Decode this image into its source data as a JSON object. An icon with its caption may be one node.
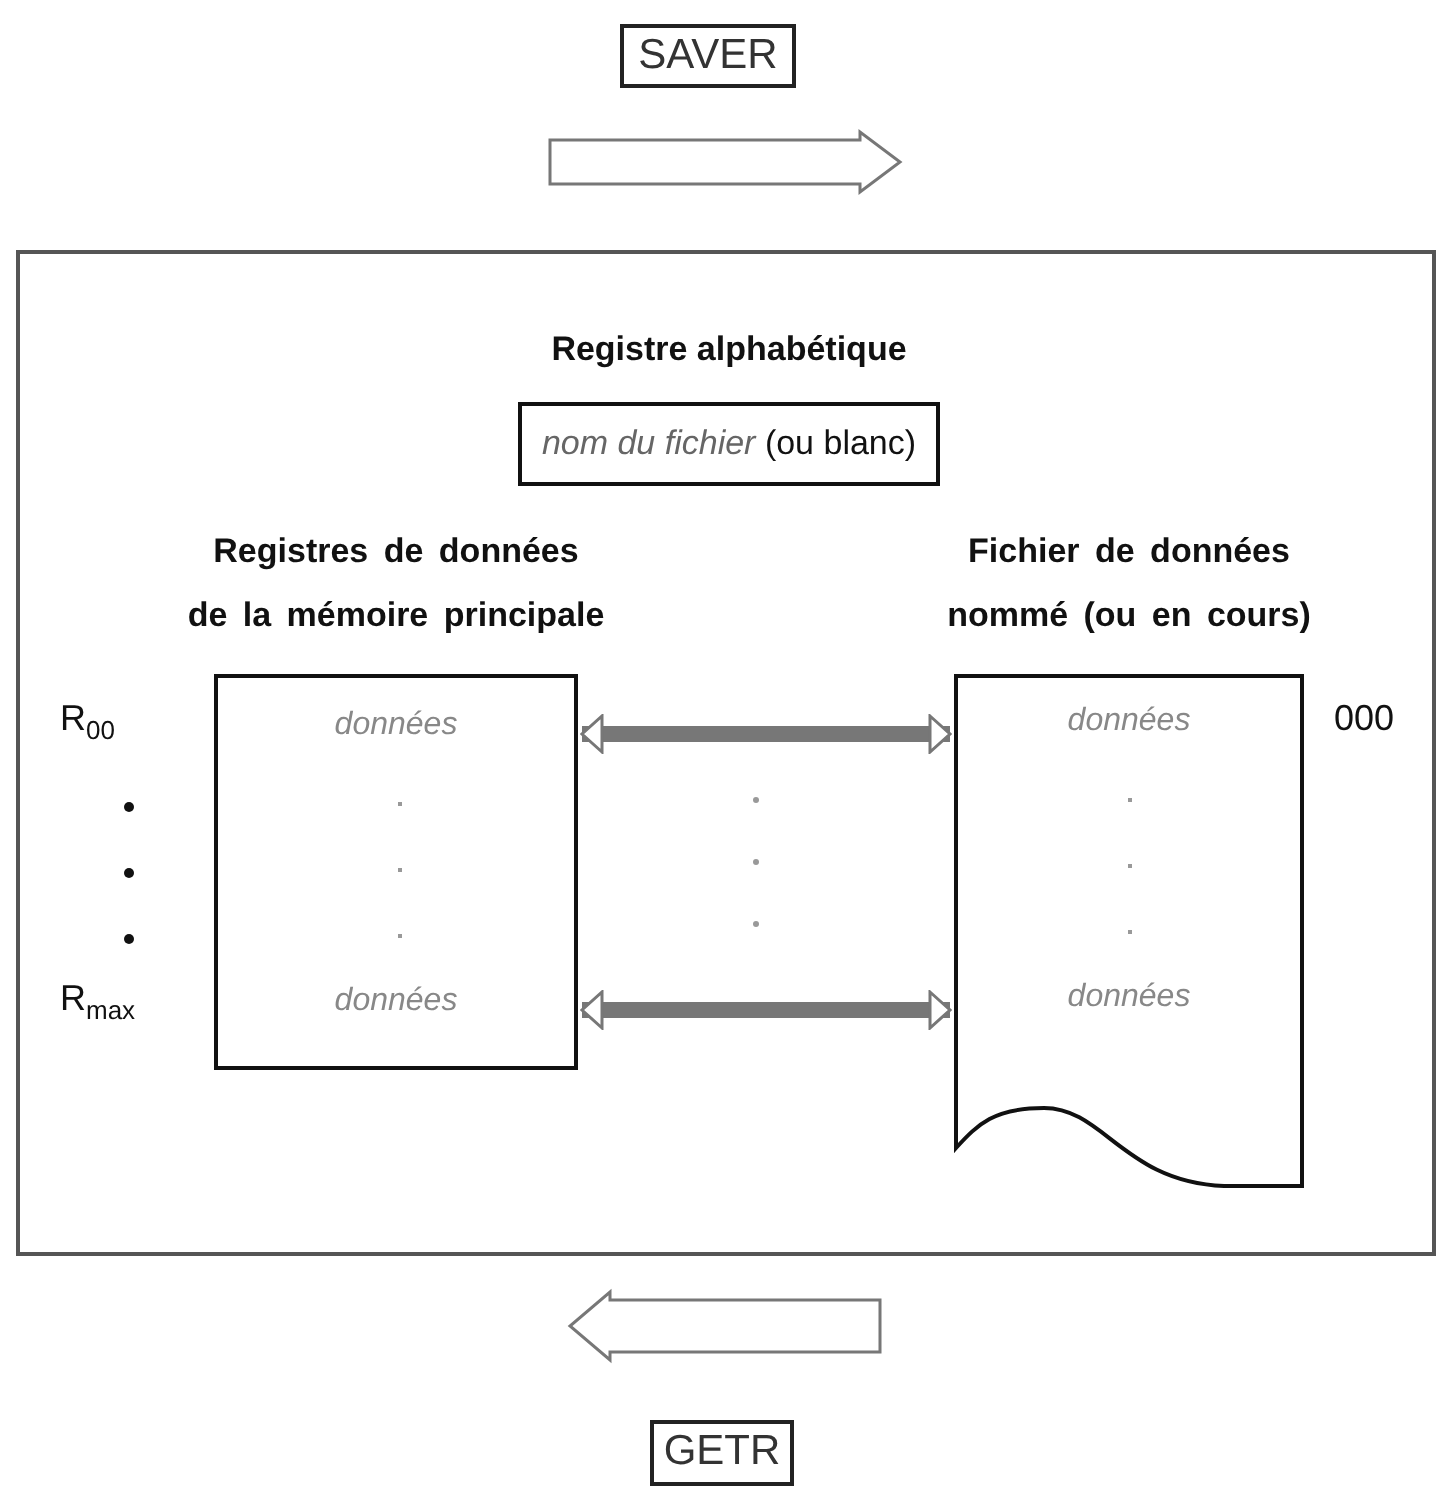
{
  "diagram": {
    "nodes": [
      {
        "text": [
          "SAVER"
        ]
      },
      {
        "text": [],
        "shape": "box"
      },
      {
        "text": [
          "Registre alphabétique",
          "*nom du fichier* (ou blanc)"
        ],
        "in": 1
      },
      {
        "text": [
          "Registres de données de la mémoire principale",
          "données",
          "données"
        ],
        "beside": [
          "R$_{00}$",
          "R$_{max}$"
        ],
        "in": 1
      },
      {
        "text": [
          "Fichier de données nommé (ou en cours)",
          "données",
          "données"
        ],
        "beside": [
          "000"
        ],
        "in": 1
      },
      {
        "text": [
          "GETR"
        ]
      }
    ],
    "edges": [
      {
        "from": 3,
        "to": 4,
        "arrow": "both"
      },
      {
        "from": 3,
        "to": 4,
        "arrow": "both"
      }
    ]
  }
}
